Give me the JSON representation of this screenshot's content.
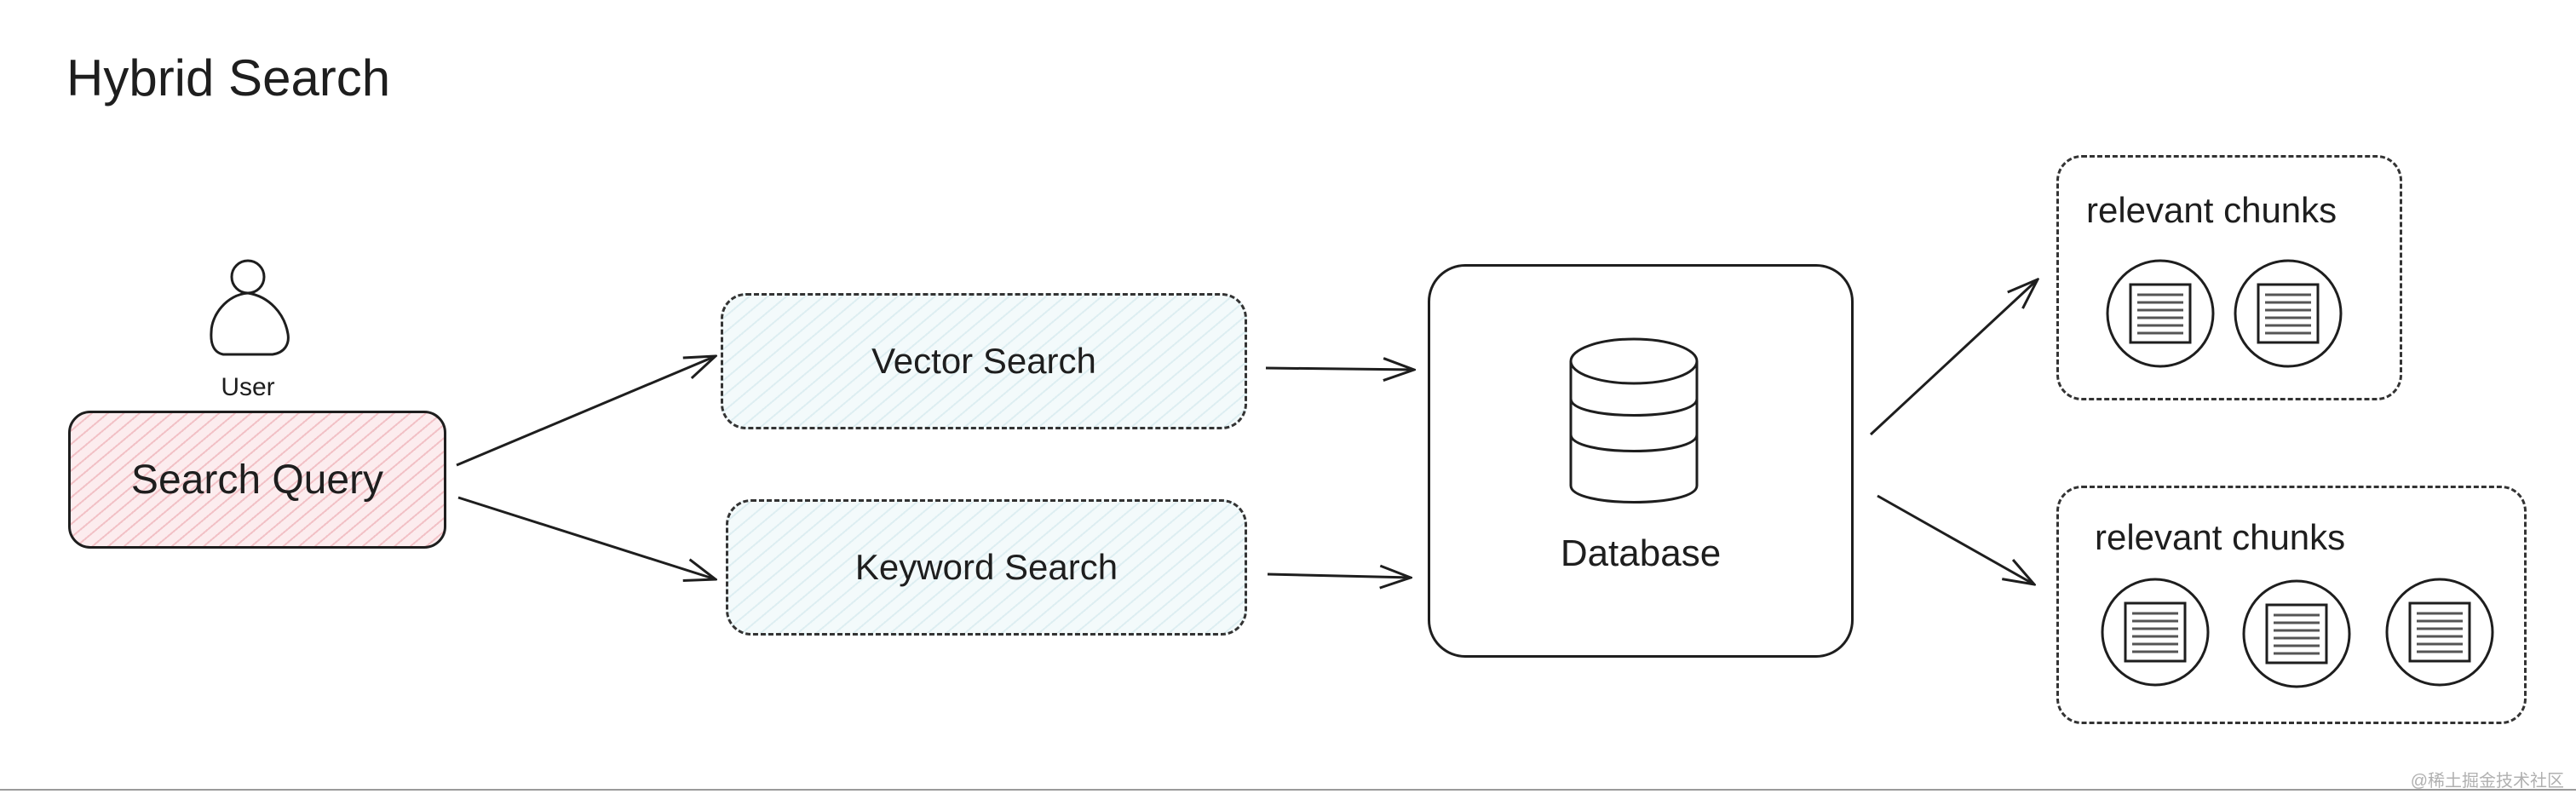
{
  "title": "Hybrid Search",
  "user": {
    "label": "User",
    "icon": "user-icon"
  },
  "query": {
    "label": "Search Query",
    "fill_color": "#fcecee"
  },
  "searches": {
    "vector": "Vector Search",
    "keyword": "Keyword Search",
    "fill_color": "#f3fafb"
  },
  "database": {
    "label": "Database",
    "icon": "database-icon"
  },
  "results": [
    {
      "label": "relevant chunks",
      "chunk_count": 2
    },
    {
      "label": "relevant chunks",
      "chunk_count": 3
    }
  ],
  "watermark": "@稀土掘金技术社区"
}
